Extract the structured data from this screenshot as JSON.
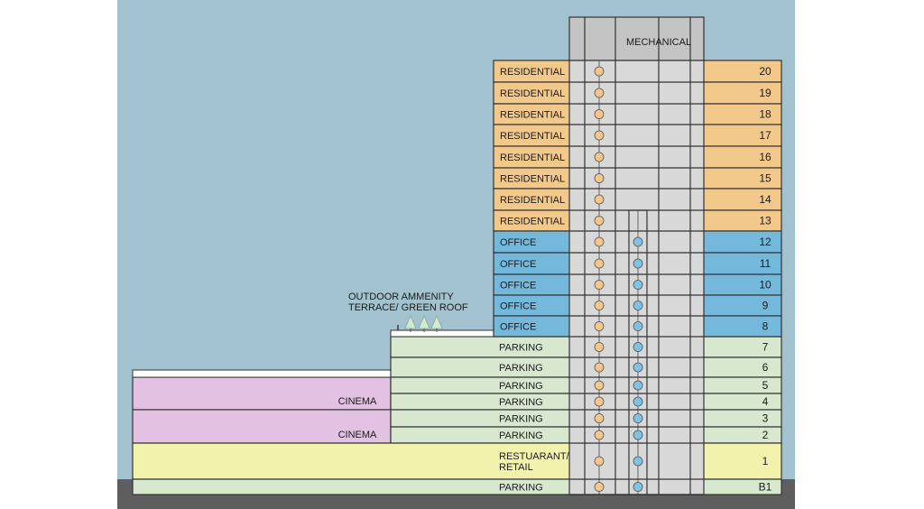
{
  "colors": {
    "sky": "#a2c2cf",
    "ground": "#5e5e5e",
    "residential": "#f3c98b",
    "office": "#74b9dc",
    "parking": "#d7e8cf",
    "cinema": "#e2c1e3",
    "retail": "#f3f2ad",
    "core": "#d8d8d8",
    "core_dark": "#c4c4c4",
    "roof": "#ffffff",
    "elevator_res": "#f5c78a",
    "elevator_off": "#7ec3e6",
    "outline": "#333333",
    "tree": "#d6e8d2"
  },
  "core": {
    "mechanical_label": "MECHANICAL"
  },
  "annotation": {
    "line1": "OUTDOOR AMMENITY",
    "line2": "TERRACE/ GREEN ROOF"
  },
  "floors": [
    {
      "num": "20",
      "use": "RESIDENTIAL",
      "type": "residential"
    },
    {
      "num": "19",
      "use": "RESIDENTIAL",
      "type": "residential"
    },
    {
      "num": "18",
      "use": "RESIDENTIAL",
      "type": "residential"
    },
    {
      "num": "17",
      "use": "RESIDENTIAL",
      "type": "residential"
    },
    {
      "num": "16",
      "use": "RESIDENTIAL",
      "type": "residential"
    },
    {
      "num": "15",
      "use": "RESIDENTIAL",
      "type": "residential"
    },
    {
      "num": "14",
      "use": "RESIDENTIAL",
      "type": "residential"
    },
    {
      "num": "13",
      "use": "RESIDENTIAL",
      "type": "residential"
    },
    {
      "num": "12",
      "use": "OFFICE",
      "type": "office"
    },
    {
      "num": "11",
      "use": "OFFICE",
      "type": "office"
    },
    {
      "num": "10",
      "use": "OFFICE",
      "type": "office"
    },
    {
      "num": "9",
      "use": "OFFICE",
      "type": "office"
    },
    {
      "num": "8",
      "use": "OFFICE",
      "type": "office"
    },
    {
      "num": "7",
      "use": "PARKING",
      "type": "parking"
    },
    {
      "num": "6",
      "use": "PARKING",
      "type": "parking"
    },
    {
      "num": "5",
      "use": "PARKING",
      "type": "parking"
    },
    {
      "num": "4",
      "use": "PARKING",
      "type": "parking"
    },
    {
      "num": "3",
      "use": "PARKING",
      "type": "parking"
    },
    {
      "num": "2",
      "use": "PARKING",
      "type": "parking"
    },
    {
      "num": "1",
      "use": "RESTUARANT/\nRETAIL",
      "type": "retail"
    },
    {
      "num": "B1",
      "use": "PARKING",
      "type": "parking"
    }
  ],
  "cinema": [
    {
      "label": "CINEMA"
    },
    {
      "label": "CINEMA"
    }
  ]
}
